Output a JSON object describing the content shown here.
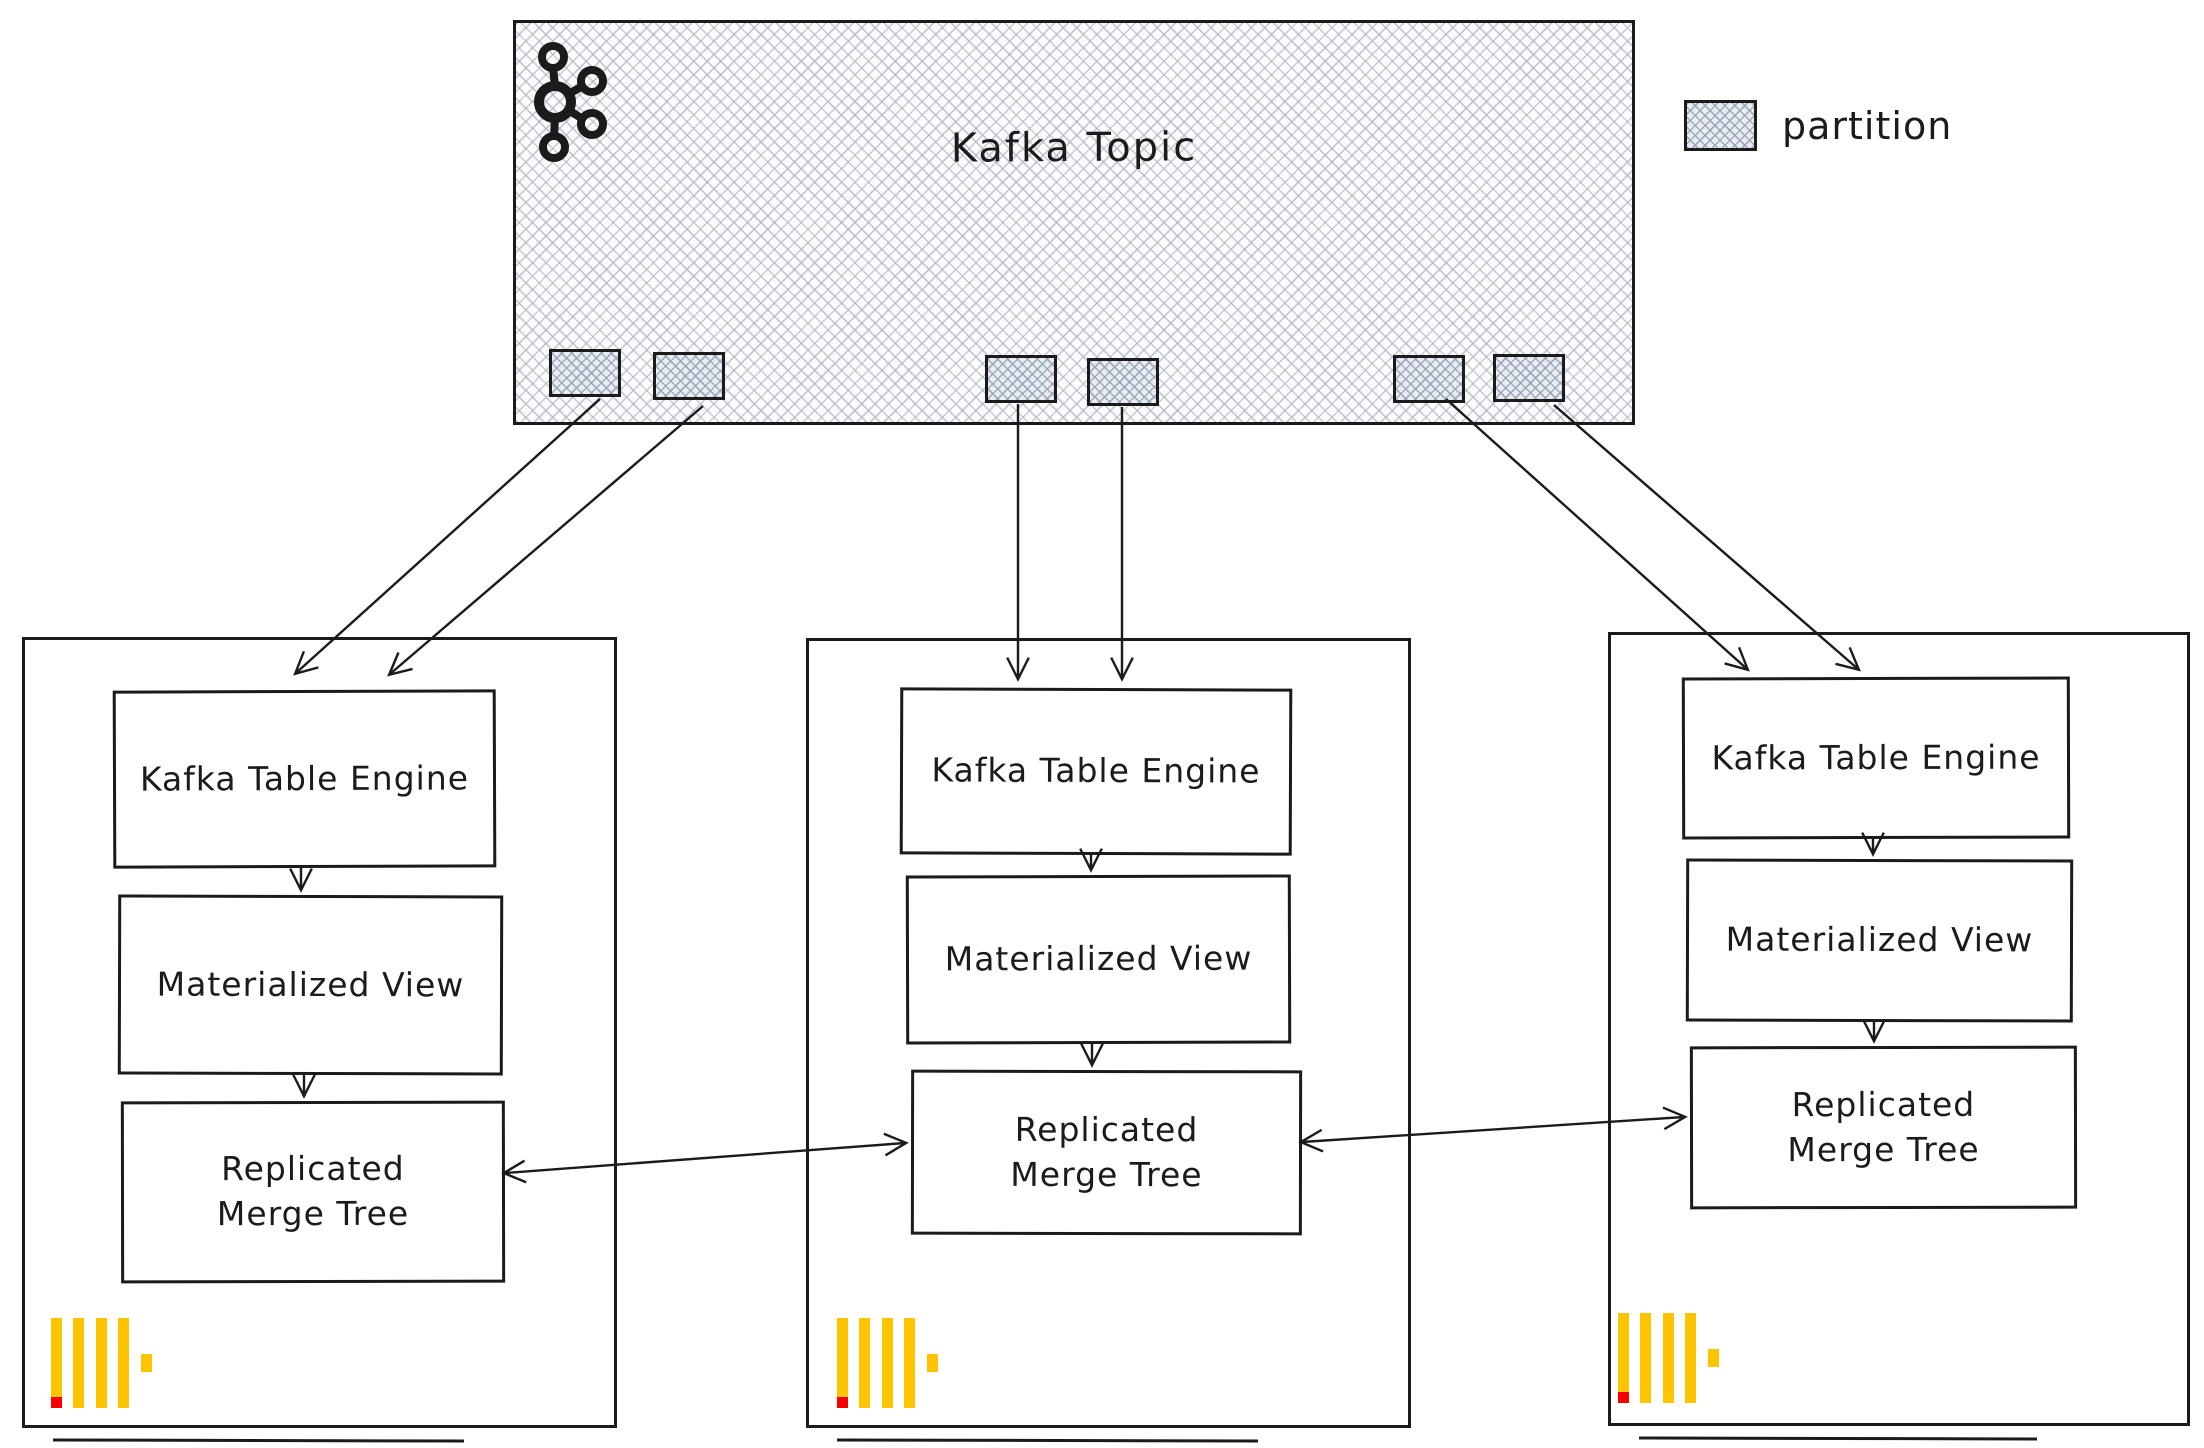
{
  "topic": {
    "title": "Kafka Topic",
    "partition_slots": 6
  },
  "legend": {
    "label": "partition"
  },
  "nodes": [
    {
      "kafka_table_engine": "Kafka Table Engine",
      "materialized_view": "Materialized View",
      "replicated_merge_tree_line1": "Replicated",
      "replicated_merge_tree_line2": "Merge Tree"
    },
    {
      "kafka_table_engine": "Kafka Table Engine",
      "materialized_view": "Materialized View",
      "replicated_merge_tree_line1": "Replicated",
      "replicated_merge_tree_line2": "Merge Tree"
    },
    {
      "kafka_table_engine": "Kafka Table Engine",
      "materialized_view": "Materialized View",
      "replicated_merge_tree_line1": "Replicated",
      "replicated_merge_tree_line2": "Merge Tree"
    }
  ],
  "colors": {
    "ink": "#1b1b1b",
    "hatch_line": "#a7b1c0",
    "clickhouse_yellow": "#ffc400",
    "clickhouse_red": "#f70000"
  }
}
